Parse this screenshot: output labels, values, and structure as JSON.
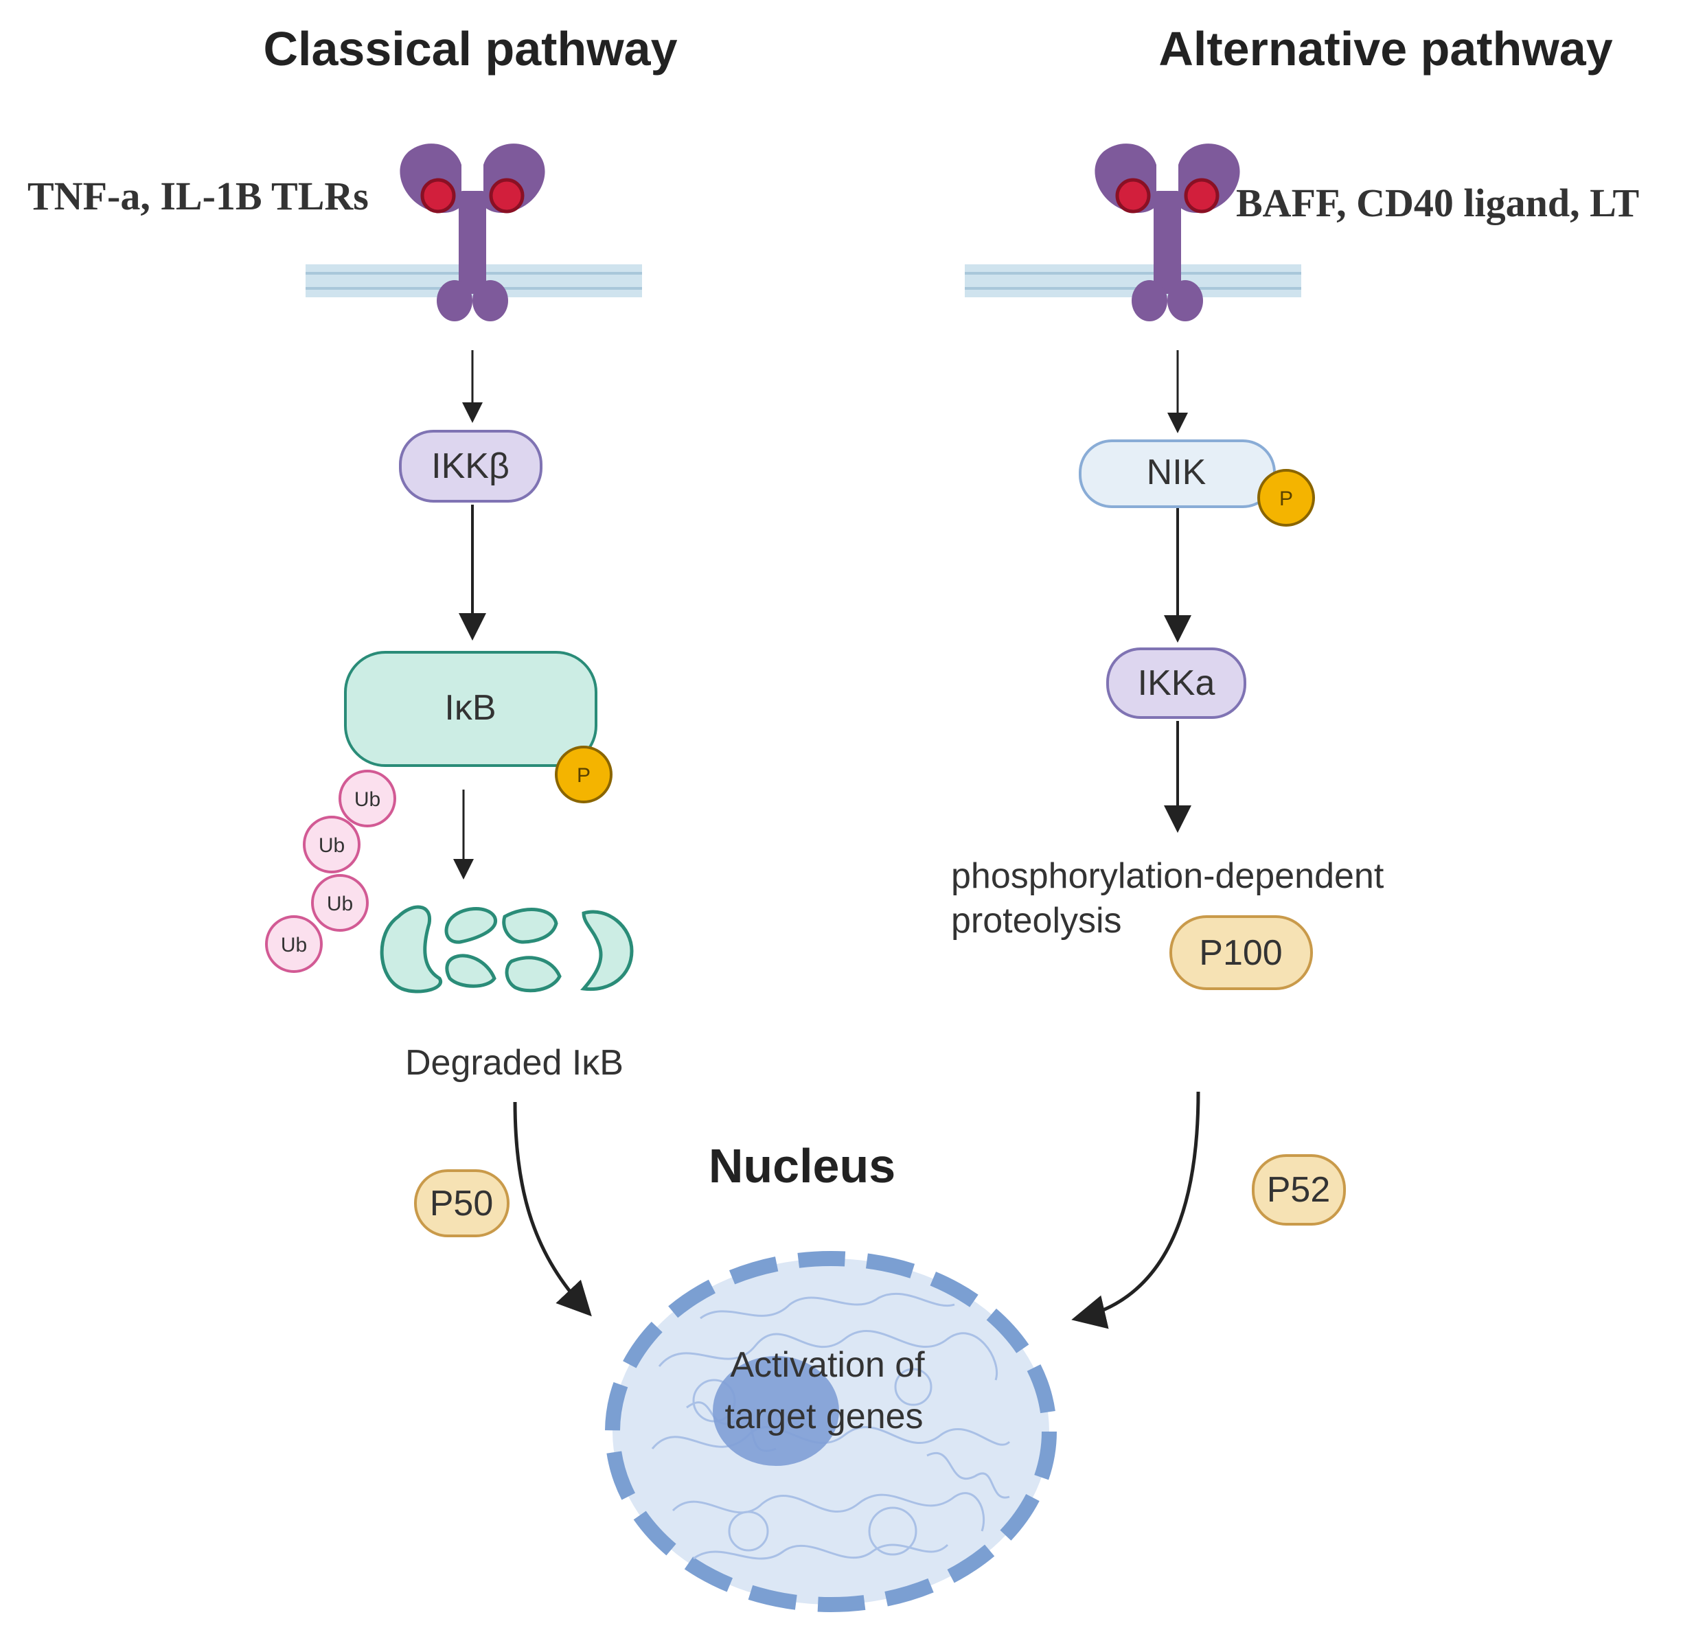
{
  "titles": {
    "classical": "Classical pathway",
    "alternative": "Alternative pathway",
    "nucleus": "Nucleus"
  },
  "ligands": {
    "classical": "TNF-a, IL-1B TLRs",
    "alternative": "BAFF, CD40 ligand, LT"
  },
  "classical": {
    "kinase": "IKKβ",
    "inhibitor": "IκB",
    "phospho": "P",
    "ubiquitin": [
      "Ub",
      "Ub",
      "Ub",
      "Ub"
    ],
    "degraded_label": "Degraded IκB",
    "subunit": "P50"
  },
  "alternative": {
    "nik": "NIK",
    "phospho": "P",
    "kinase": "IKKa",
    "process_line1": "phosphorylation-dependent",
    "process_line2": "proteolysis",
    "precursor": "P100",
    "subunit": "P52"
  },
  "nucleus": {
    "line1": "Activation of",
    "line2": "target genes"
  },
  "colors": {
    "receptor": "#7e5a9b",
    "receptor_dot": "#d21f3c",
    "membrane": "#cfe3ee",
    "kinase_fill": "#ddd6ef",
    "kinase_stroke": "#7f73b3",
    "ikb_fill": "#ccede4",
    "ikb_stroke": "#2a8c78",
    "phospho_fill": "#f4b400",
    "ub_fill": "#fbe0ee",
    "ub_stroke": "#d25a94",
    "protein_fill": "#f6e2b4",
    "protein_stroke": "#c99a4a",
    "nucleus_fill": "#dce7f5",
    "nucleus_stroke": "#7b9fd2"
  }
}
